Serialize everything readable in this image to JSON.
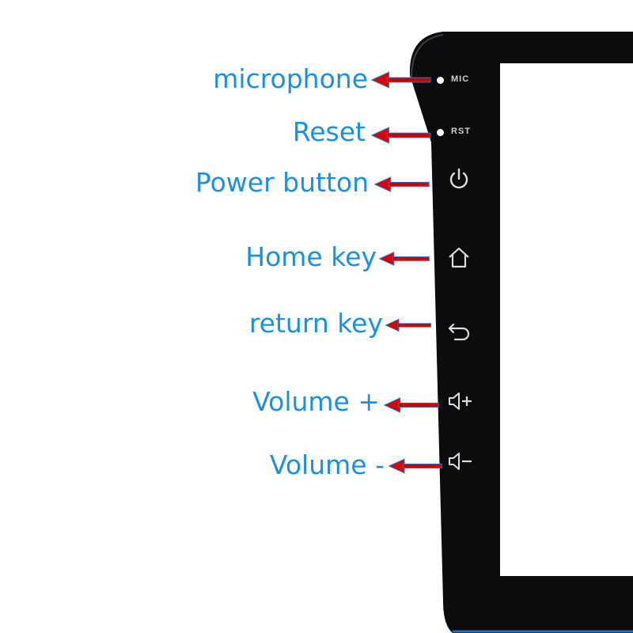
{
  "colors": {
    "label": "#1b8fe0",
    "arrow_shaft": "#cc0000",
    "arrow_head": "#dd0000",
    "arrow_outline": "#1a7fd0",
    "bezel": "#0c0c0e",
    "screen": "#ffffff",
    "icon": "#dcdcdc"
  },
  "callouts": [
    {
      "label": "microphone",
      "target": "MIC"
    },
    {
      "label": "Reset",
      "target": "RST"
    },
    {
      "label": "Power button",
      "icon": "power-icon"
    },
    {
      "label": "Home key",
      "icon": "home-icon"
    },
    {
      "label": "return key",
      "icon": "return-icon"
    },
    {
      "label": "Volume +",
      "icon": "volume-up-icon"
    },
    {
      "label": "Volume -",
      "icon": "volume-down-icon"
    }
  ],
  "bezel_text": {
    "mic": "MIC",
    "rst": "RST"
  }
}
